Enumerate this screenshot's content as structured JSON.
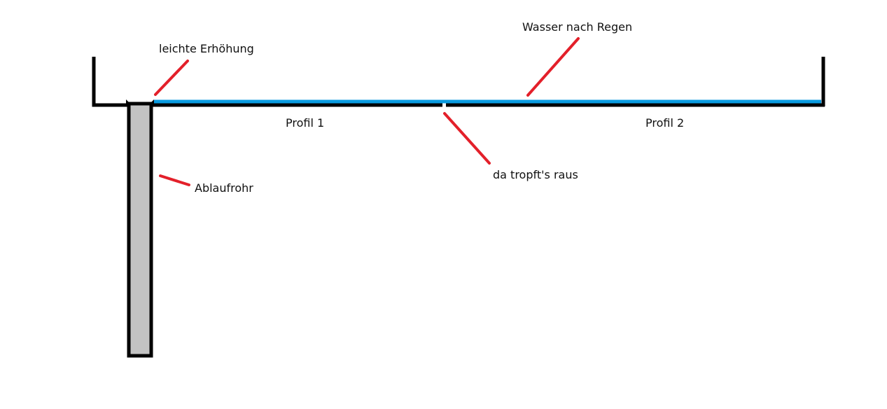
{
  "colors": {
    "wall": "#000000",
    "water": "#0a9be0",
    "pipe_fill": "#c3c3c3",
    "pointer": "#e3202a",
    "background": "#ffffff",
    "text": "#111111"
  },
  "labels": {
    "raised_edge": "leichte Erhöhung",
    "water_after_rain": "Wasser nach Regen",
    "profile_1": "Profil 1",
    "profile_2": "Profil 2",
    "leak": "da tropft's raus",
    "drain_pipe": "Ablaufrohr"
  }
}
